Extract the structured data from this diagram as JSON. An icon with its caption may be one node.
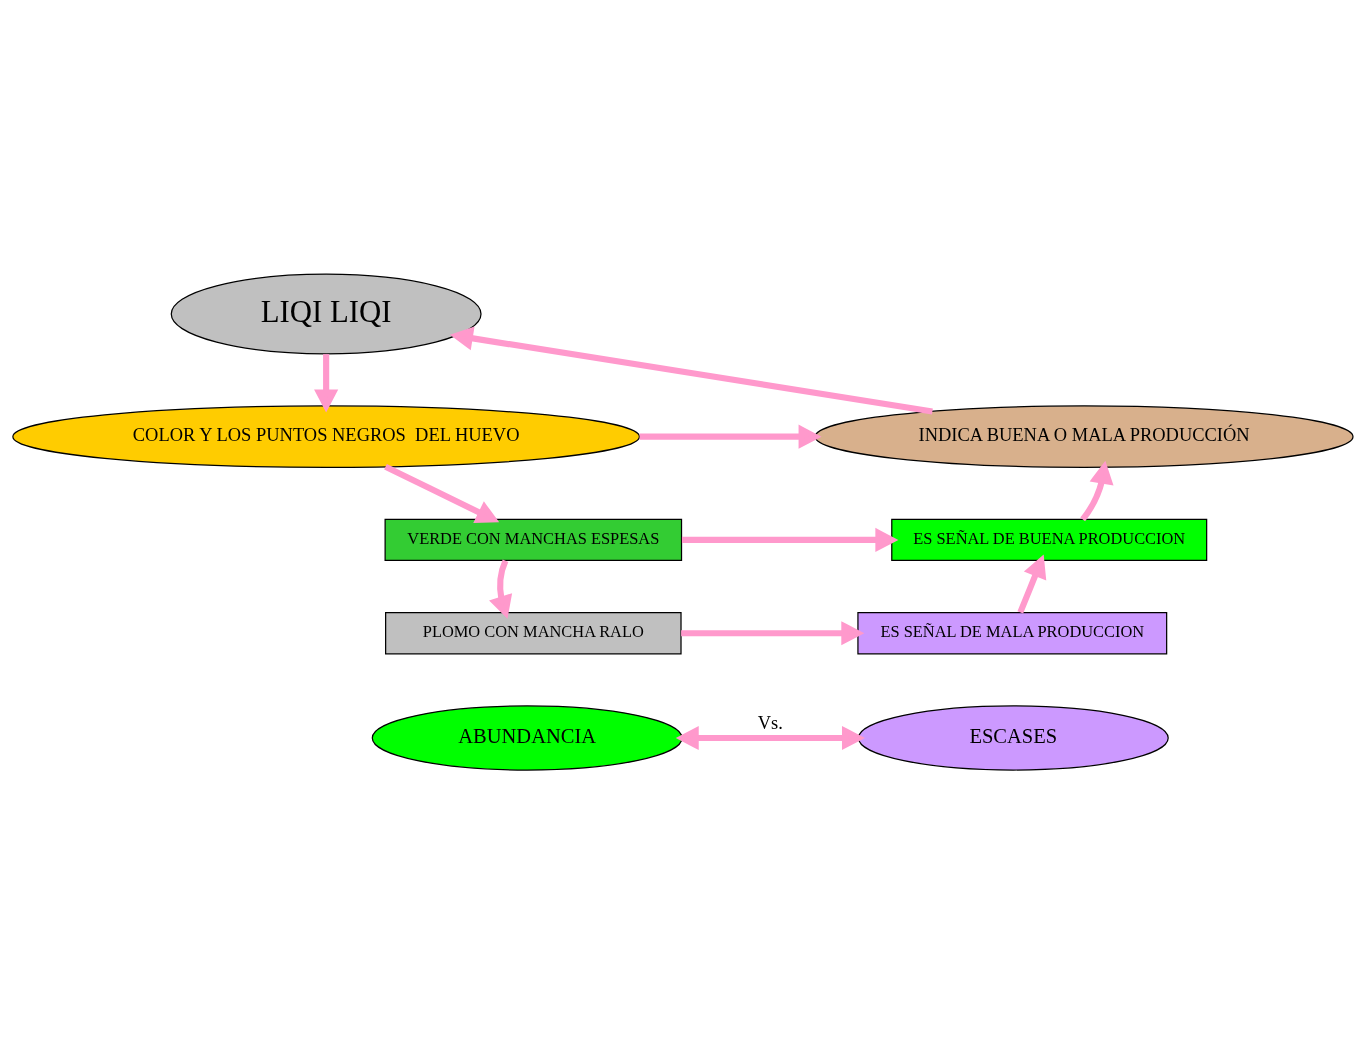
{
  "diagram": {
    "nodes": [
      {
        "text": [
          "LIQI LIQI"
        ]
      },
      {
        "text": [
          "COLOR Y LOS PUNTOS NEGROS  DEL HUEVO"
        ]
      },
      {
        "text": [
          "INDICA BUENA O MALA PRODUCCIÓN"
        ]
      },
      {
        "text": [
          "VERDE CON MANCHAS ESPESAS"
        ]
      },
      {
        "text": [
          "ES SEÑAL DE BUENA PRODUCCION"
        ]
      },
      {
        "text": [
          "PLOMO CON MANCHA RALO"
        ]
      },
      {
        "text": [
          "ES SEÑAL DE MALA PRODUCCION"
        ]
      },
      {
        "text": [
          "ABUNDANCIA"
        ]
      },
      {
        "text": [
          "ESCASES"
        ]
      }
    ],
    "edges": [
      {
        "from": 0,
        "to": 1,
        "arrow": "to"
      },
      {
        "from": 2,
        "to": 0,
        "arrow": "to"
      },
      {
        "from": 1,
        "to": 2,
        "arrow": "to"
      },
      {
        "from": 1,
        "to": 3,
        "arrow": "to"
      },
      {
        "from": 3,
        "to": 4,
        "arrow": "to"
      },
      {
        "from": 3,
        "to": 5,
        "arrow": "to"
      },
      {
        "from": 5,
        "to": 6,
        "arrow": "to"
      },
      {
        "from": 4,
        "to": 2,
        "arrow": "to"
      },
      {
        "from": 6,
        "to": 4,
        "arrow": "to"
      },
      {
        "from": 7,
        "to": 8,
        "label": "Vs.",
        "arrow": "both"
      }
    ]
  }
}
